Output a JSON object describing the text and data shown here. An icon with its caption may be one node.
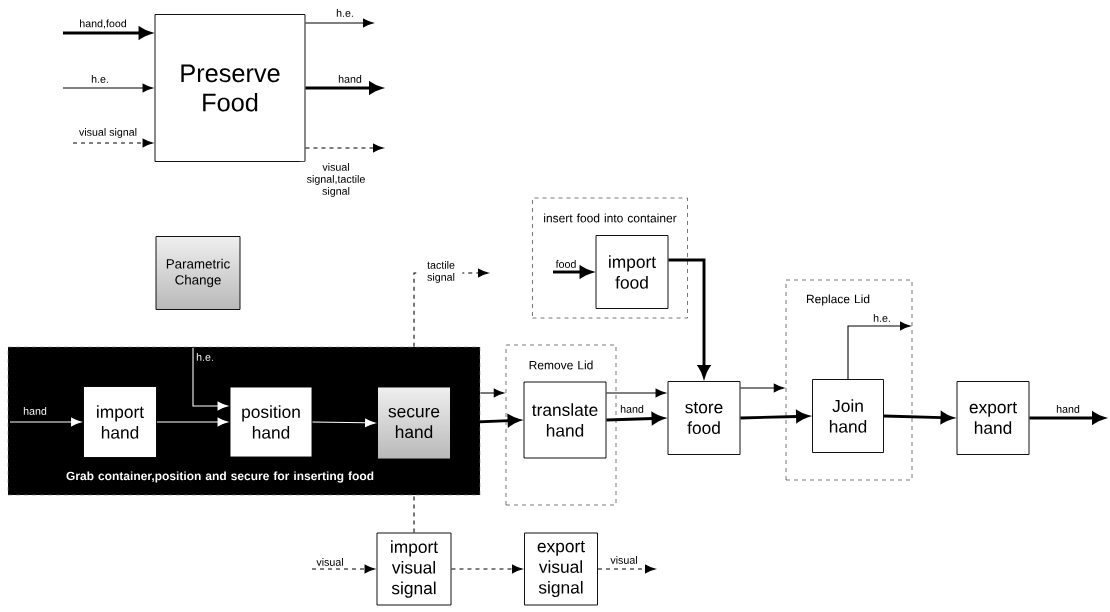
{
  "diagram": {
    "nodes": [
      {
        "text": [
          "Preserve Food"
        ]
      },
      {
        "text": [
          "Parametric Change"
        ]
      },
      {
        "text": [
          "Grab container,position and secure for inserting food"
        ]
      },
      {
        "text": [
          "import hand"
        ],
        "in": 2
      },
      {
        "text": [
          "position hand"
        ],
        "in": 2
      },
      {
        "text": [
          "secure hand"
        ],
        "in": 2
      },
      {
        "text": [
          "Remove Lid"
        ]
      },
      {
        "text": [
          "translate hand"
        ],
        "in": 6
      },
      {
        "text": [
          "insert food into container"
        ]
      },
      {
        "text": [
          "import food"
        ],
        "in": 8
      },
      {
        "text": [
          "store food"
        ]
      },
      {
        "text": [
          "Replace Lid"
        ]
      },
      {
        "text": [
          "Join hand"
        ],
        "in": 11
      },
      {
        "text": [
          "export hand"
        ]
      },
      {
        "text": [
          "import visual signal"
        ]
      },
      {
        "text": [
          "export visual signal"
        ]
      }
    ],
    "edges": [
      {
        "from": null,
        "to": 0,
        "arrow": "to",
        "label": "hand,food",
        "style": "thick"
      },
      {
        "from": null,
        "to": 0,
        "arrow": "to",
        "label": "h.e."
      },
      {
        "from": null,
        "to": 0,
        "arrow": "to",
        "label": "visual signal",
        "style": "dashed"
      },
      {
        "from": 0,
        "to": null,
        "arrow": "to",
        "label": "h.e."
      },
      {
        "from": 0,
        "to": null,
        "arrow": "to",
        "label": "hand",
        "style": "thick"
      },
      {
        "from": 0,
        "to": null,
        "arrow": "to",
        "label": "visual signal,tactile signal",
        "style": "dashed"
      },
      {
        "from": null,
        "to": 3,
        "arrow": "to",
        "label": "hand",
        "color": "#ffffff"
      },
      {
        "from": 3,
        "to": 4,
        "arrow": "to",
        "color": "#ffffff"
      },
      {
        "from": null,
        "to": 4,
        "arrow": "to",
        "label": "h.e.",
        "color": "#ffffff"
      },
      {
        "from": 4,
        "to": 5,
        "arrow": "to",
        "color": "#ffffff"
      },
      {
        "from": 5,
        "to": 7,
        "arrow": "to",
        "style": "thick"
      },
      {
        "from": 2,
        "to": 6,
        "arrow": "to"
      },
      {
        "from": 14,
        "to": 2,
        "arrow": "none",
        "style": "dashed"
      },
      {
        "from": 2,
        "to": null,
        "arrow": "to",
        "label": "tactile signal",
        "style": "dashed"
      },
      {
        "from": 7,
        "to": 10,
        "arrow": "to"
      },
      {
        "from": 7,
        "to": 10,
        "arrow": "to",
        "label": "hand",
        "style": "thick"
      },
      {
        "from": null,
        "to": 9,
        "arrow": "to",
        "label": "food",
        "style": "thick"
      },
      {
        "from": 9,
        "to": 10,
        "arrow": "to",
        "style": "thick"
      },
      {
        "from": 10,
        "to": 11,
        "arrow": "to"
      },
      {
        "from": 10,
        "to": 12,
        "arrow": "to",
        "style": "thick"
      },
      {
        "from": 12,
        "to": null,
        "arrow": "to",
        "label": "h.e."
      },
      {
        "from": 12,
        "to": 13,
        "arrow": "to",
        "style": "thick"
      },
      {
        "from": 13,
        "to": null,
        "arrow": "to",
        "label": "hand",
        "style": "thick"
      },
      {
        "from": null,
        "to": 14,
        "arrow": "to",
        "label": "visual",
        "style": "dashed"
      },
      {
        "from": 14,
        "to": 15,
        "arrow": "to",
        "style": "dashed"
      },
      {
        "from": 15,
        "to": null,
        "arrow": "to",
        "label": "visual",
        "style": "dashed"
      }
    ]
  }
}
